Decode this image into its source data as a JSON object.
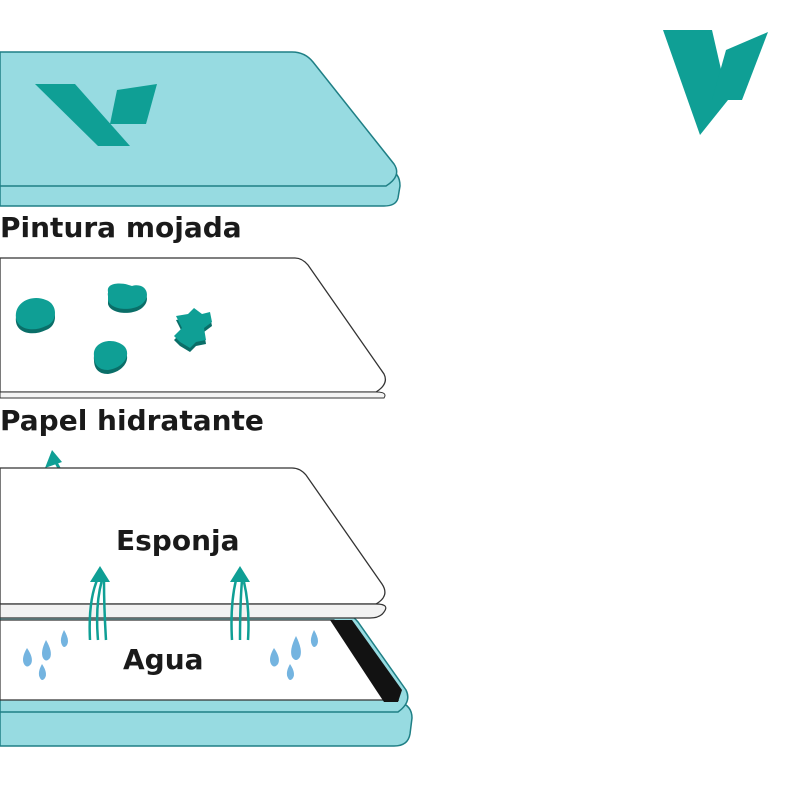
{
  "labels": {
    "wet_paint": "Pintura mojada",
    "paper": "Papel hidratante",
    "sponge": "Esponja",
    "water": "Agua"
  },
  "colors": {
    "teal": "#0f9f95",
    "palette_light": "#97dbe1",
    "palette_edge": "#1f7f85",
    "water_drop": "#74b4e0",
    "outline": "#333333",
    "dark_liner": "#121212"
  },
  "icons": {
    "brand": "v-logo-icon",
    "arrow": "curved-arrow-icon",
    "drop": "water-drop-icon"
  }
}
